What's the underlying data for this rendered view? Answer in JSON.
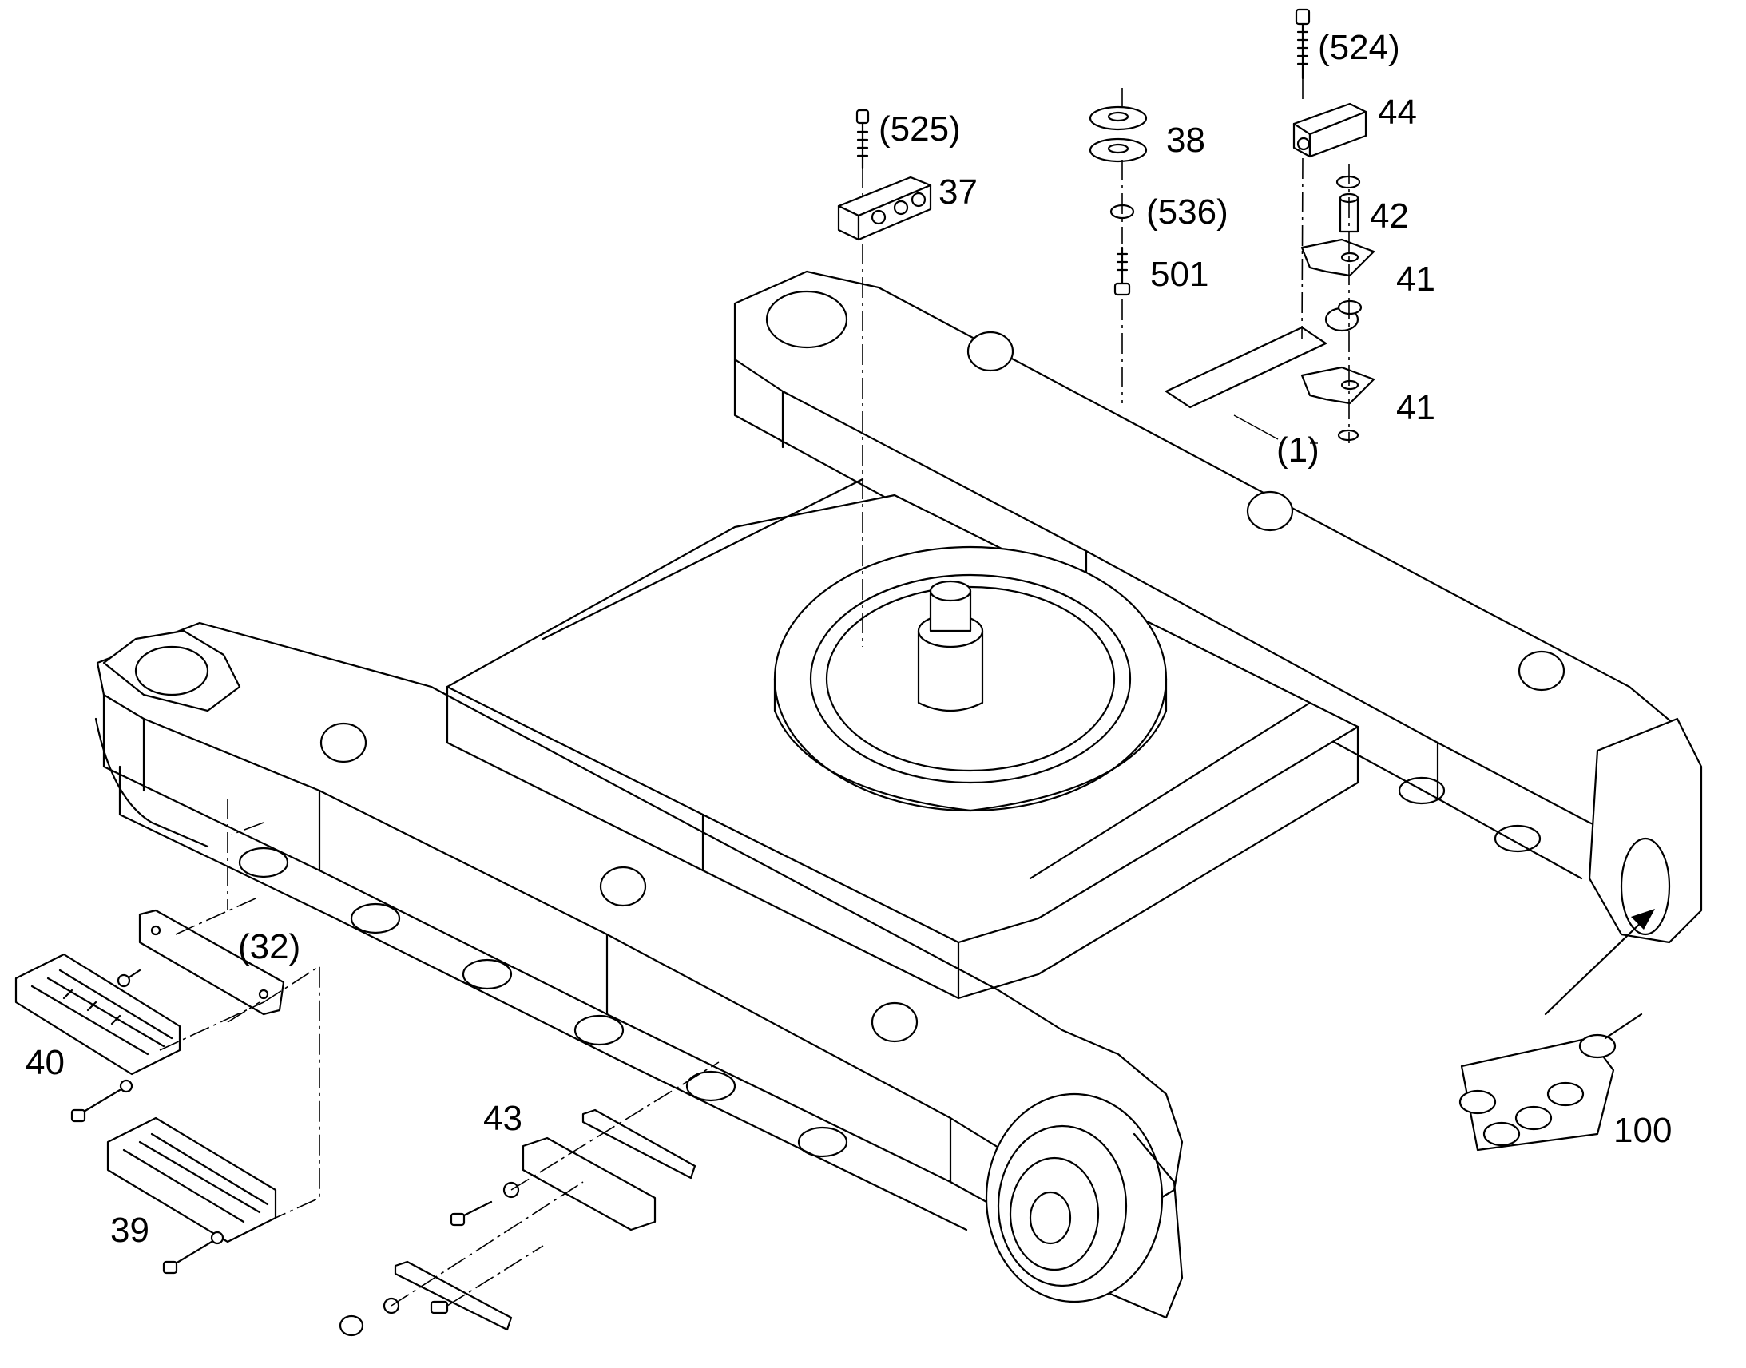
{
  "callouts": {
    "p524": "(524)",
    "p525": "(525)",
    "p44": "44",
    "p38": "38",
    "p37": "37",
    "p536": "(536)",
    "p42": "42",
    "p501": "501",
    "p41a": "41",
    "p41b": "41",
    "p1": "(1)",
    "p32": "(32)",
    "p40": "40",
    "p43": "43",
    "p39": "39",
    "p100": "100"
  }
}
